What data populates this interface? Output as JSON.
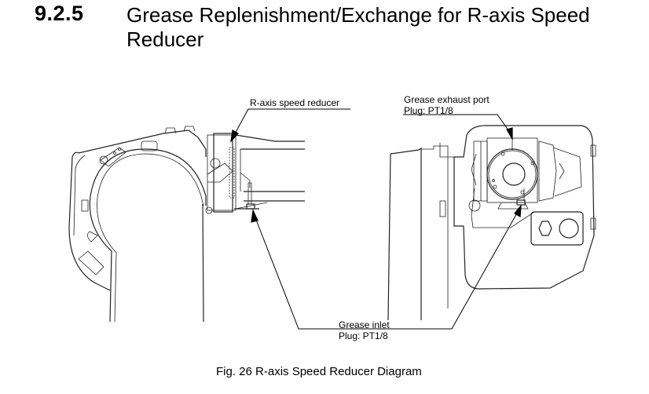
{
  "section": {
    "number": "9.2.5",
    "title": "Grease Replenishment/Exchange for R-axis Speed Reducer"
  },
  "figure": {
    "callouts": {
      "r_axis_reducer": "R-axis speed reducer",
      "exhaust_port": "Grease exhaust port",
      "exhaust_plug": "Plug: PT1/8",
      "inlet": "Grease inlet",
      "inlet_plug": "Plug: PT1/8"
    },
    "caption": "Fig. 26  R-axis Speed Reducer Diagram"
  }
}
